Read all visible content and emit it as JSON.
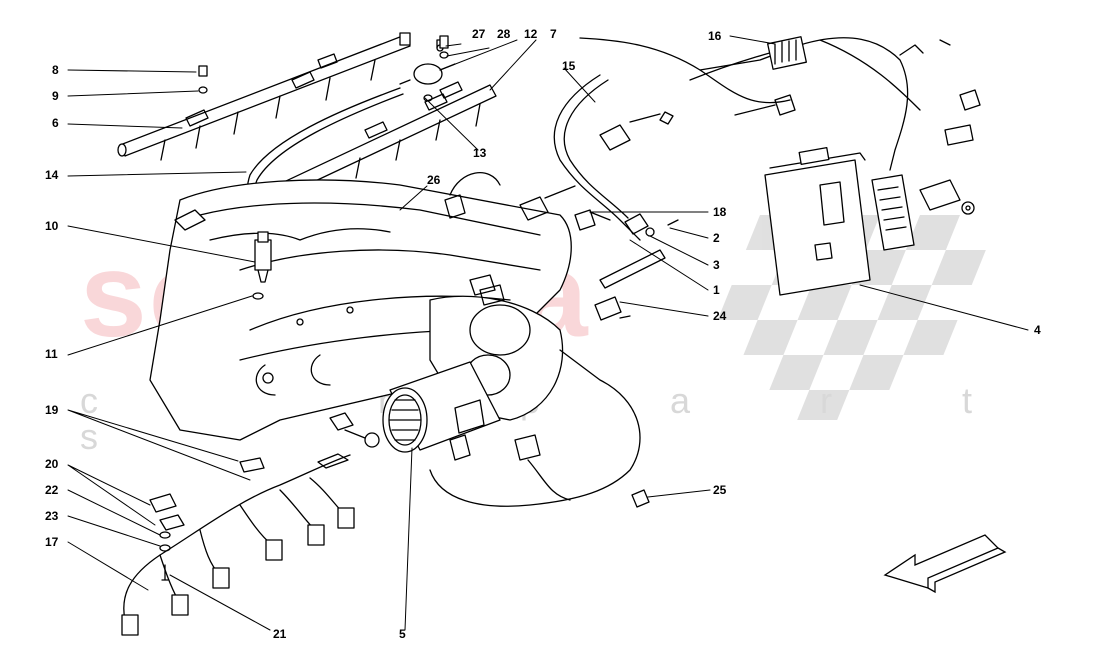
{
  "diagram": {
    "watermark": {
      "brand": "scuderia",
      "sub": "c a r p a r t s"
    },
    "callouts": {
      "c1": "1",
      "c2": "2",
      "c3": "3",
      "c4": "4",
      "c5": "5",
      "c6": "6",
      "c7": "7",
      "c8": "8",
      "c9": "9",
      "c10": "10",
      "c11": "11",
      "c12": "12",
      "c13": "13",
      "c14": "14",
      "c15": "15",
      "c16": "16",
      "c17": "17",
      "c18": "18",
      "c19": "19",
      "c20": "20",
      "c21": "21",
      "c22": "22",
      "c23": "23",
      "c24": "24",
      "c25": "25",
      "c26": "26",
      "c27": "27",
      "c28": "28"
    },
    "icons": {
      "direction": "arrow-icon",
      "checker": "checkered-flag-logo"
    },
    "colors": {
      "line": "#000000",
      "watermark_red": "#f2a8ad",
      "checker_gray": "#d9d9d9"
    }
  }
}
